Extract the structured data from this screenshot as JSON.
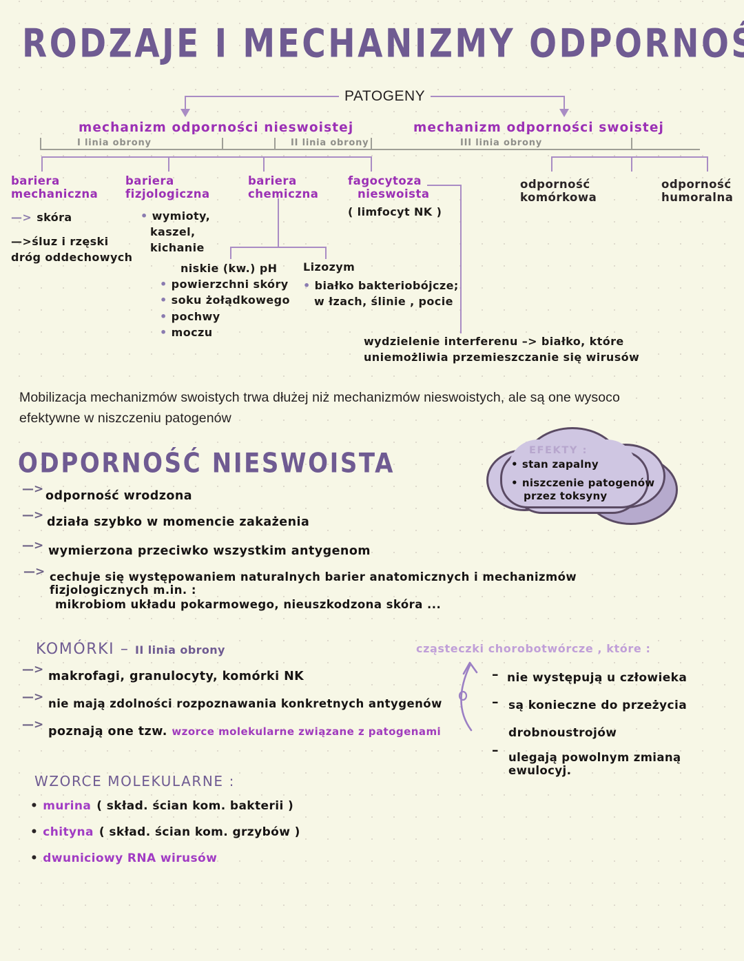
{
  "page": {
    "title": "RODZAJE I MECHANIZMY ODPORNOŚCI",
    "background_color": "#f7f7e6",
    "accent_purple": "#7b5ea7",
    "accent_magenta": "#9b30b5"
  },
  "diagram": {
    "root_label": "PATOGENY",
    "branches": [
      {
        "label": "mechanizm odporności nieswoistej"
      },
      {
        "label": "mechanizm odporności swoistej"
      }
    ],
    "defense_lines": [
      {
        "label": "I linia obrony"
      },
      {
        "label": "II linia obrony"
      },
      {
        "label": "III linia obrony"
      }
    ],
    "nodes": [
      {
        "title_line1": "bariera",
        "title_line2": "mechaniczna",
        "items": [
          "skóra",
          "śluz i rzęski dróg oddechowych"
        ]
      },
      {
        "title_line1": "bariera",
        "title_line2": "fizjologiczna",
        "items": [
          "wymioty,",
          "kaszel,",
          "kichanie"
        ]
      },
      {
        "title_line1": "bariera",
        "title_line2": "chemiczna",
        "items": []
      },
      {
        "title_line1": "fagocytoza",
        "title_line2": "nieswoista",
        "items": [
          "( limfocyt NK )"
        ]
      },
      {
        "title_line1": "odporność",
        "title_line2": "komórkowa",
        "items": []
      },
      {
        "title_line1": "odporność",
        "title_line2": "humoralna",
        "items": []
      }
    ],
    "chem_sub": [
      {
        "heading": "niskie (kw.) pH",
        "items": [
          "powierzchni skóry",
          "soku żołądkowego",
          "pochwy",
          "moczu"
        ]
      },
      {
        "heading": "Lizozym",
        "items": [
          "białko bakteriobójcze;",
          "w łzach, ślinie , pocie"
        ]
      }
    ],
    "interferon_note_line1": "wydzielenie interferenu –> białko, które",
    "interferon_note_line2": "uniemożliwia przemieszczanie  się wirusów"
  },
  "typed_paragraph": "Mobilizacja mechanizmów swoistych trwa dłużej niż mechanizmów nieswoistych, ale są one wysoco efektywne w niszczeniu patogenów",
  "section_nieswoista": {
    "heading": "ODPORNOŚĆ  NIESWOISTA",
    "items": [
      "odporność wrodzona",
      "działa szybko w momencie zakażenia",
      "wymierzona przeciwko wszystkim antygenom",
      "cechuje się występowaniem naturalnych barier anatomicznych i mechanizmów fizjologicznych m.in. :"
    ],
    "highlight": "mikrobiom układu pokarmowego, nieuszkodzona  skóra ..."
  },
  "cloud": {
    "title": "EFEKTY :",
    "items": [
      "stan zapalny",
      "niszczenie patogenów przez toksyny"
    ],
    "items_split": [
      [
        "stan zapalny"
      ],
      [
        "niszczenie patogenów",
        "przez toksyny"
      ]
    ]
  },
  "section_komorki": {
    "heading_main": "KOMÓRKI – ",
    "heading_sub": "II linia obrony",
    "items": [
      "makrofagi, granulocyty, komórki NK",
      "nie mają zdolności rozpoznawania konkretnych antygenów"
    ],
    "item3_prefix": "poznają one tzw. ",
    "item3_highlight": "wzorce molekularne związane z patogenami",
    "right_heading": "cząsteczki chorobotwórcze , które :",
    "right_items": [
      "nie występują u człowieka",
      "są konieczne do przeżycia",
      "drobnoustrojów",
      "ulegają powolnym zmianą ewulocyj."
    ]
  },
  "section_wzorce": {
    "heading": "WZORCE MOLEKULARNE :",
    "items": [
      {
        "name": "murina",
        "rest": "( skład. ścian kom. bakterii )"
      },
      {
        "name": "chityna",
        "rest": "( skład. ścian kom. grzybów )"
      },
      {
        "name": "dwuniciowy RNA wirusów",
        "rest": ""
      }
    ]
  }
}
